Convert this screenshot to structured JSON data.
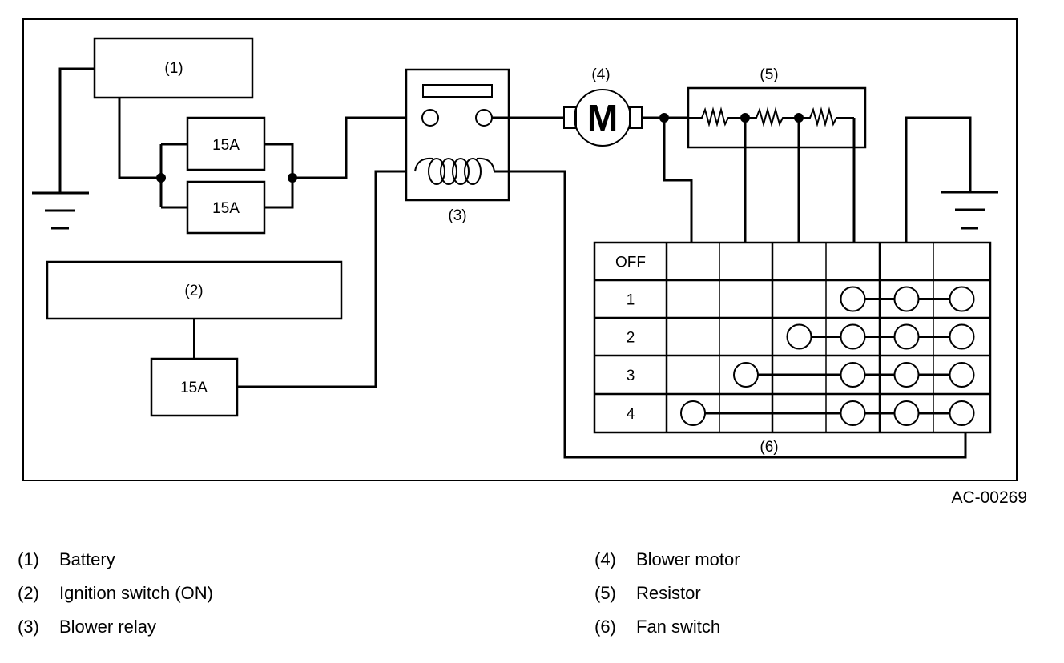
{
  "diagram": {
    "title_code": "AC-00269",
    "components": {
      "battery": "(1)",
      "ignition_switch": "(2)",
      "blower_relay": "(3)",
      "blower_motor": "(4)",
      "resistor": "(5)",
      "fan_switch": "(6)",
      "motor_symbol": "M"
    },
    "fuses": [
      "15A",
      "15A",
      "15A"
    ],
    "fan_switch_table": {
      "rows": [
        "OFF",
        "1",
        "2",
        "3",
        "4"
      ],
      "connections": [
        [],
        [
          4,
          5,
          6
        ],
        [
          3,
          4,
          5,
          6
        ],
        [
          2,
          4,
          5,
          6
        ],
        [
          1,
          4,
          5,
          6
        ]
      ]
    }
  },
  "legend": [
    {
      "num": "(1)",
      "label": "Battery"
    },
    {
      "num": "(2)",
      "label": "Ignition switch (ON)"
    },
    {
      "num": "(3)",
      "label": "Blower relay"
    },
    {
      "num": "(4)",
      "label": "Blower motor"
    },
    {
      "num": "(5)",
      "label": "Resistor"
    },
    {
      "num": "(6)",
      "label": "Fan switch"
    }
  ]
}
